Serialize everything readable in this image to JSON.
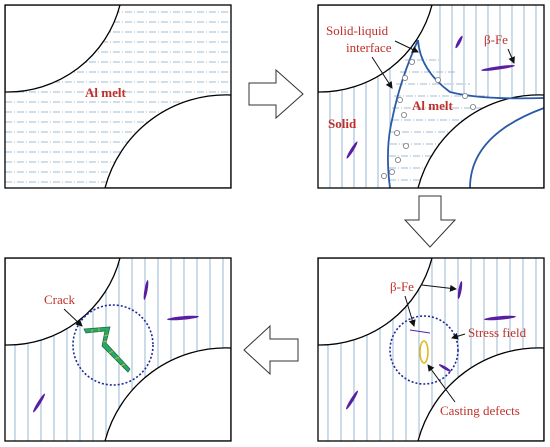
{
  "colors": {
    "label_red": "#c0302a",
    "interface_blue": "#2a5aa8",
    "beta_fe_purple": "#5a1fa0",
    "grid_blue": "#7fa6c8",
    "stress_ring": "#1e2a9a",
    "defect_yellow": "#e0b81a",
    "crack_green": "#2aa86a"
  },
  "panels": {
    "p1": {
      "melt": "Al melt"
    },
    "p2": {
      "interface": "Solid-liquid",
      "interface2": "interface",
      "beta": "β-Fe",
      "melt": "Al melt",
      "solid": "Solid"
    },
    "p3": {
      "crack": "Crack"
    },
    "p4": {
      "beta": "β-Fe",
      "stress": "Stress field",
      "defects": "Casting defects"
    }
  },
  "arrows": [
    "right-arrow",
    "down-arrow",
    "left-arrow"
  ]
}
